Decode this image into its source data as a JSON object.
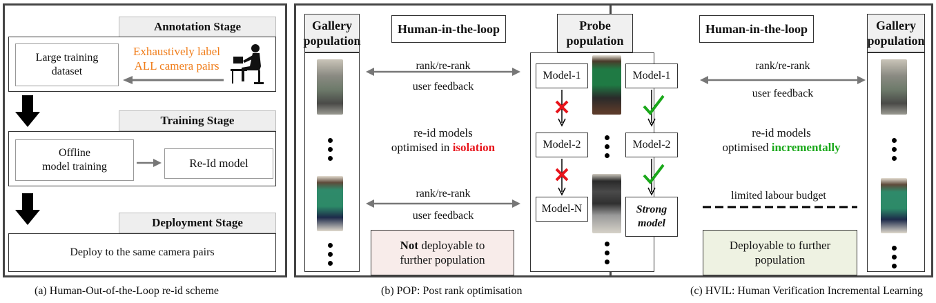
{
  "panel_a": {
    "annotation_stage": "Annotation Stage",
    "large_training_dataset": "Large training dataset",
    "exhaustive_label_line1": "Exhaustively label",
    "exhaustive_label_line2": "ALL camera pairs",
    "training_stage": "Training Stage",
    "offline_line1": "Offline",
    "offline_line2": "model training",
    "reid_model": "Re-Id model",
    "deployment_stage": "Deployment Stage",
    "deploy_text": "Deploy to the same camera pairs",
    "caption": "(a) Human-Out-of-the-Loop re-id scheme"
  },
  "panel_b": {
    "gallery_line1": "Gallery",
    "gallery_line2": "population",
    "human_in_loop": "Human-in-the-loop",
    "rank_rerank_1": "rank/re-rank",
    "user_feedback_1": "user feedback",
    "models_line1": "re-id models",
    "models_line2_prefix": "optimised in ",
    "models_line2_highlight": "isolation",
    "rank_rerank_2": "rank/re-rank",
    "user_feedback_2": "user feedback",
    "not_word": "Not",
    "not_deployable_rest": " deployable to",
    "not_deployable_line2": "further population",
    "caption": "(b) POP: Post rank optimisation"
  },
  "probe": {
    "probe_line1": "Probe",
    "probe_line2": "population",
    "model_1_left": "Model-1",
    "model_2_left": "Model-2",
    "model_n": "Model-N",
    "model_1_right": "Model-1",
    "model_2_right": "Model-2",
    "strong_line1": "Strong",
    "strong_line2": "model"
  },
  "panel_c": {
    "human_in_loop": "Human-in-the-loop",
    "gallery_line1": "Gallery",
    "gallery_line2": "population",
    "rank_rerank": "rank/re-rank",
    "user_feedback": "user feedback",
    "models_line1": "re-id models",
    "models_line2_prefix": "optimised ",
    "models_line2_highlight": "incrementally",
    "limited_budget": "limited labour budget",
    "deployable_line1": "Deployable to further",
    "deployable_line2": "population",
    "caption": "(c) HVIL: Human Verification Incremental Learning"
  },
  "colors": {
    "orange": "#f07d1a",
    "red": "#e8141b",
    "green": "#1aa81a",
    "pink_box": "#f8ecea",
    "green_box": "#eef2e2",
    "header_gray": "#eeeeee"
  },
  "icons": [
    "human-annotator-icon",
    "cross-icon",
    "check-icon",
    "arrow-down-icon",
    "vertical-ellipsis-icon"
  ]
}
